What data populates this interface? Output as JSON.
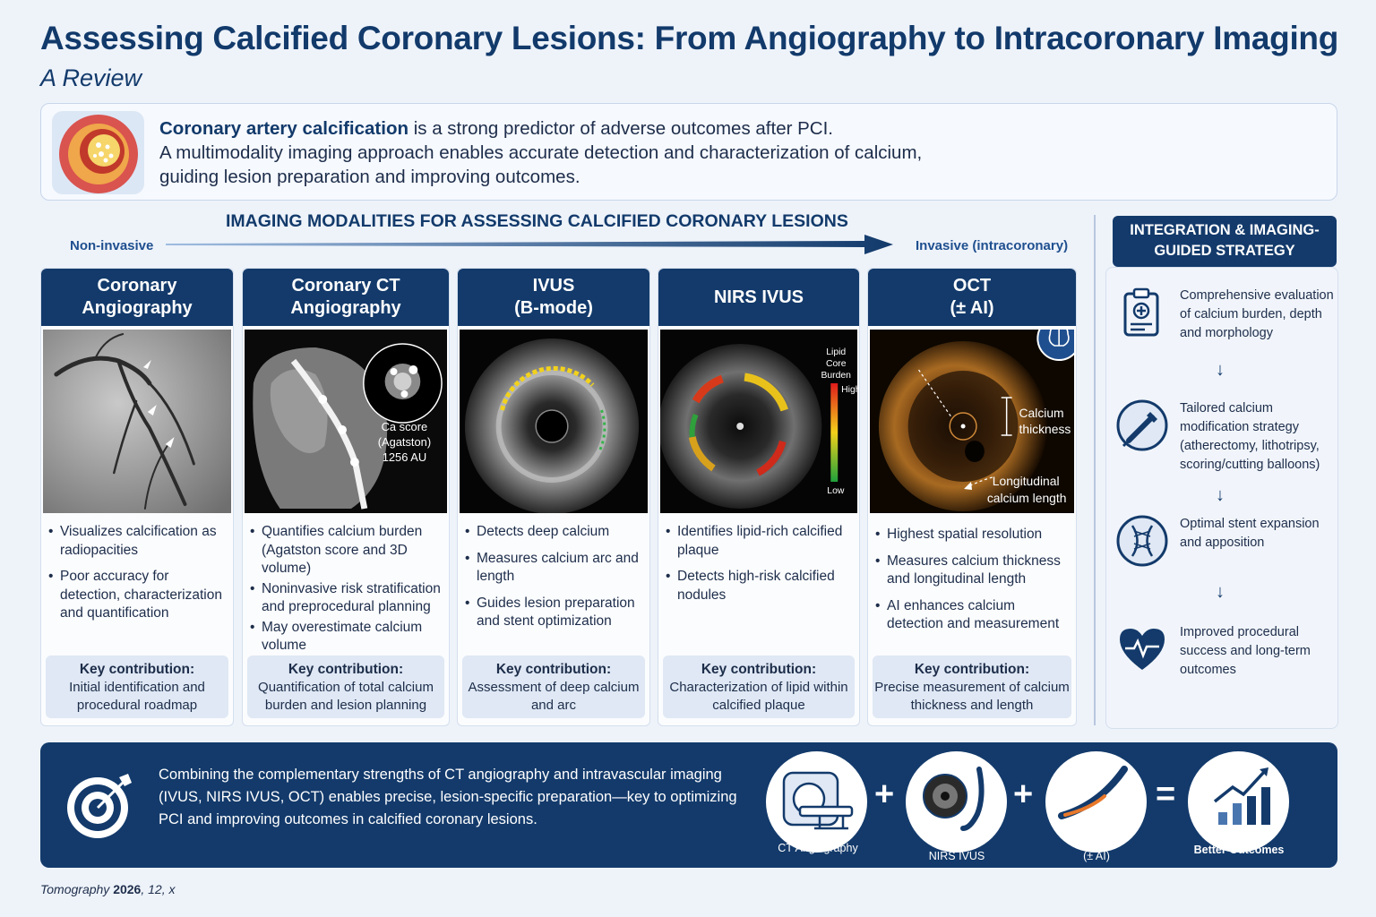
{
  "title": "Assessing Calcified Coronary Lesions: From Angiography to Intracoronary Imaging",
  "subtitle": "A Review",
  "intro": {
    "bold": "Coronary artery calcification",
    "line1_rest": " is a strong predictor of adverse outcomes after PCI.",
    "line2": "A multimodality imaging approach enables accurate detection and characterization of calcium,",
    "line3": "guiding lesion preparation and improving outcomes."
  },
  "modalities_heading": "IMAGING MODALITIES FOR ASSESSING CALCIFIED CORONARY LESIONS",
  "scale": {
    "left": "Non-invasive",
    "right": "Invasive (intracoronary)"
  },
  "columns": [
    {
      "title": "Coronary\nAngiography",
      "bullets": [
        "Visualizes calcification as radiopacities",
        "Poor accuracy for detection, characterization and quantification"
      ],
      "key_label": "Key contribution:",
      "key_text": "Initial identification and procedural roadmap"
    },
    {
      "title": "Coronary CT\nAngiography",
      "bullets": [
        "Quantifies calcium burden (Agatston score and 3D volume)",
        "Noninvasive risk stratification and preprocedural planning",
        "May overestimate calcium volume"
      ],
      "key_label": "Key contribution:",
      "key_text": "Quantification of total calcium burden and lesion planning"
    },
    {
      "title": "IVUS\n(B-mode)",
      "bullets": [
        "Detects deep calcium",
        "Measures calcium arc and length",
        "Guides lesion preparation and stent optimization"
      ],
      "key_label": "Key contribution:",
      "key_text": "Assessment of deep calcium and arc"
    },
    {
      "title": "NIRS IVUS",
      "bullets": [
        "Identifies lipid-rich calcified plaque",
        "Detects high-risk calcified nodules"
      ],
      "key_label": "Key contribution:",
      "key_text": "Characterization of lipid within calcified plaque"
    },
    {
      "title": "OCT\n(± AI)",
      "bullets": [
        "Highest spatial resolution",
        "Measures calcium thickness and longitudinal length",
        "AI enhances calcium detection and measurement"
      ],
      "key_label": "Key contribution:",
      "key_text": "Precise measurement of calcium thickness and length"
    }
  ],
  "image_labels": {
    "ct_score_1": "Ca score",
    "ct_score_2": "(Agatston)",
    "ct_score_3": "1256 AU",
    "nirs_title_1": "Lipid",
    "nirs_title_2": "Core",
    "nirs_title_3": "Burden",
    "nirs_high": "High",
    "nirs_low": "Low",
    "oct_thick_1": "Calcium",
    "oct_thick_2": "thickness",
    "oct_len_1": "Longitudinal",
    "oct_len_2": "calcium length"
  },
  "integration": {
    "heading": "INTEGRATION & IMAGING-GUIDED STRATEGY",
    "steps": [
      {
        "icon": "clipboard-icon",
        "text": "Comprehensive evaluation of calcium burden, depth and morphology"
      },
      {
        "icon": "catheter-icon",
        "text": "Tailored calcium modification strategy (atherectomy, lithotripsy, scoring/cutting balloons)"
      },
      {
        "icon": "stent-icon",
        "text": "Optimal stent expansion and apposition"
      },
      {
        "icon": "heart-pulse-icon",
        "text": "Improved procedural success and long-term outcomes"
      }
    ]
  },
  "bottom": {
    "text": "Combining the complementary strengths of CT angiography and intravascular imaging (IVUS, NIRS IVUS, OCT) enables precise, lesion-specific preparation—key to optimizing PCI and improving outcomes in calcified coronary lesions.",
    "eq": [
      {
        "icon": "ct-scanner-icon",
        "label": "CT Angiography"
      },
      {
        "icon": "ivus-catheter-icon",
        "label": "IVUS\nNIRS IVUS"
      },
      {
        "icon": "oct-catheter-icon",
        "label": "OCT\n(± AI)"
      },
      {
        "icon": "bar-chart-up-icon",
        "label": "Better Outcomes"
      }
    ],
    "plus": "+",
    "equals": "="
  },
  "footer": {
    "journal": "Tomography",
    "year": "2026",
    "rest": ", 12, x"
  },
  "colors": {
    "navy": "#133a6b",
    "accent": "#1f4f8f",
    "bg": "#eef3fa"
  }
}
